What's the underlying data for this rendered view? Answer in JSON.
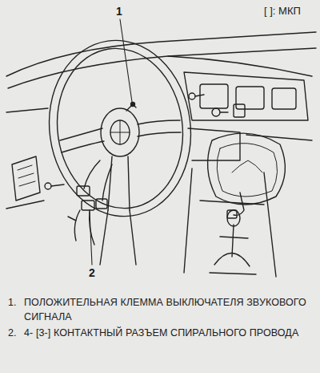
{
  "diagram": {
    "labels": [
      "[ ]: МКП",
      "1",
      "2",
      "1.",
      "ПОЛОЖИТЕЛЬНАЯ КЛЕММА ВЫКЛЮЧАТЕЛЯ ЗВУКОВОГО СИГНАЛА",
      "2.",
      "4- [3-] КОНТАКТНЫЙ РАЗЪЕМ СПИРАЛЬНОГО ПРОВОДА"
    ]
  }
}
